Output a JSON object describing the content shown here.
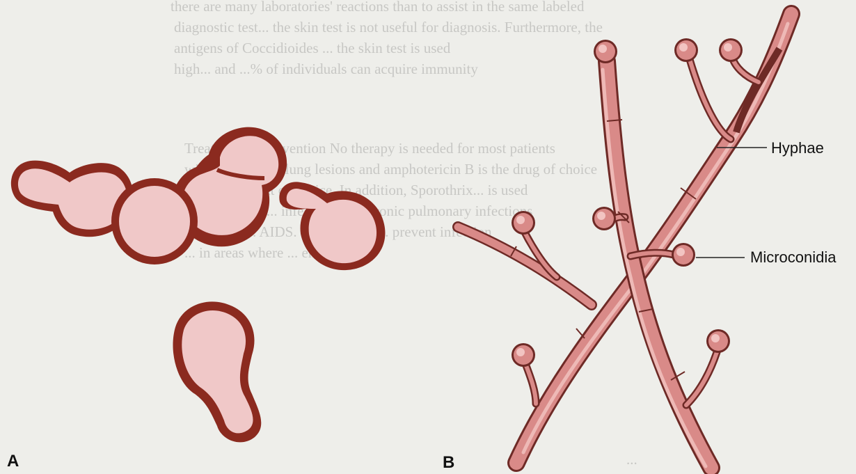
{
  "background_text": [
    "there are many laboratories' reactions than to assist in the same labeled",
    "diagnostic test... the skin test is not useful for diagnosis. Furthermore, the",
    "antigens of Coccidioides ... the skin test is used",
    "high... and ...% of individuals can acquire immunity",
    "Treatment & Prevention  No therapy is needed for most patients",
    "with progressive lung lesions and amphotericin B is the drug of choice",
    "is the treatment of choice. In addition, Sporothrix... is used",
    "in pulmonary ... infections. ... chronic pulmonary infections",
    "... such as ... AIDS. There are no ... prevent infection",
    "... in areas where ... endemic",
    "..."
  ],
  "panels": [
    {
      "letter": "A"
    },
    {
      "letter": "B"
    }
  ],
  "callouts": {
    "hyphae": "Hyphae",
    "microconidia": "Microconidia"
  },
  "colors": {
    "yeast_wall": "#8b2a1f",
    "yeast_fill": "#f0c8c8",
    "hyphae_fill": "#d98a88",
    "hyphae_outline": "#6e2a26",
    "hyphae_highlight": "#f2c4c2"
  }
}
